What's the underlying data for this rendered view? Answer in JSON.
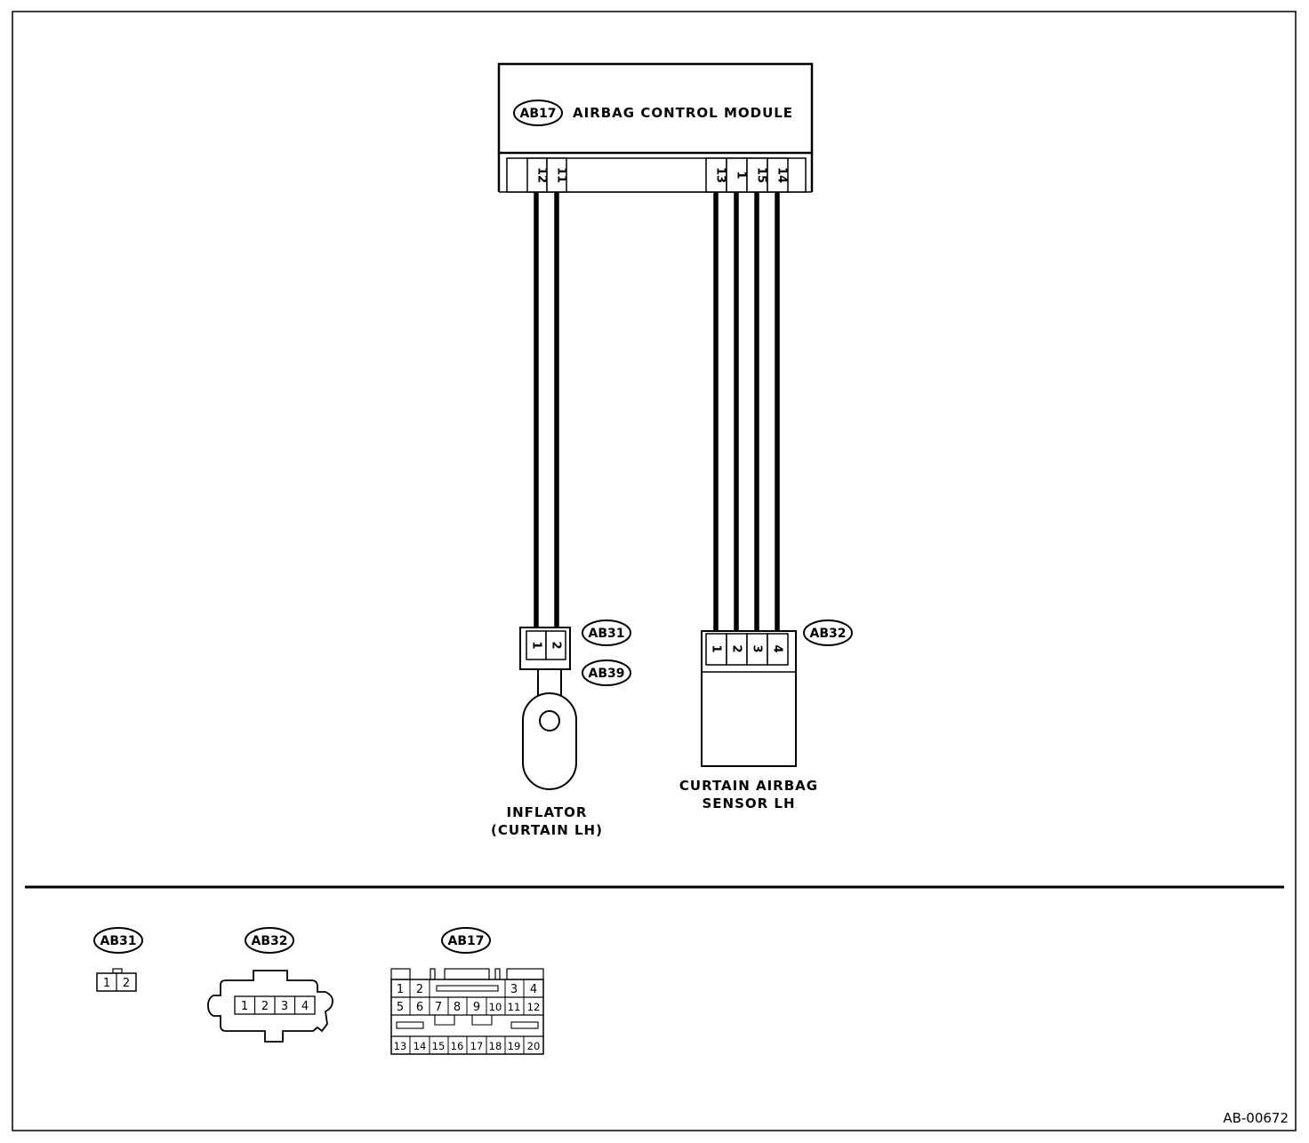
{
  "module": {
    "connector_tag": "AB17",
    "name": "AIRBAG CONTROL MODULE",
    "pins": [
      "12",
      "11",
      "13",
      "1",
      "15",
      "14"
    ]
  },
  "inflator": {
    "connector_tags": [
      "AB31",
      "AB39"
    ],
    "pins": [
      "1",
      "2"
    ],
    "label_line1": "INFLATOR",
    "label_line2": "(CURTAIN LH)"
  },
  "sensor": {
    "connector_tag": "AB32",
    "pins": [
      "1",
      "2",
      "3",
      "4"
    ],
    "label_line1": "CURTAIN AIRBAG",
    "label_line2": "SENSOR LH"
  },
  "connector_views": {
    "ab31": {
      "tag": "AB31",
      "pins": [
        "1",
        "2"
      ]
    },
    "ab32": {
      "tag": "AB32",
      "pins": [
        "1",
        "2",
        "3",
        "4"
      ]
    },
    "ab17": {
      "tag": "AB17",
      "row1": [
        "1",
        "2",
        "3",
        "4"
      ],
      "row2": [
        "5",
        "6",
        "7",
        "8",
        "9",
        "10",
        "11",
        "12"
      ],
      "row4": [
        "13",
        "14",
        "15",
        "16",
        "17",
        "18",
        "19",
        "20"
      ]
    }
  },
  "figure_id": "AB-00672"
}
